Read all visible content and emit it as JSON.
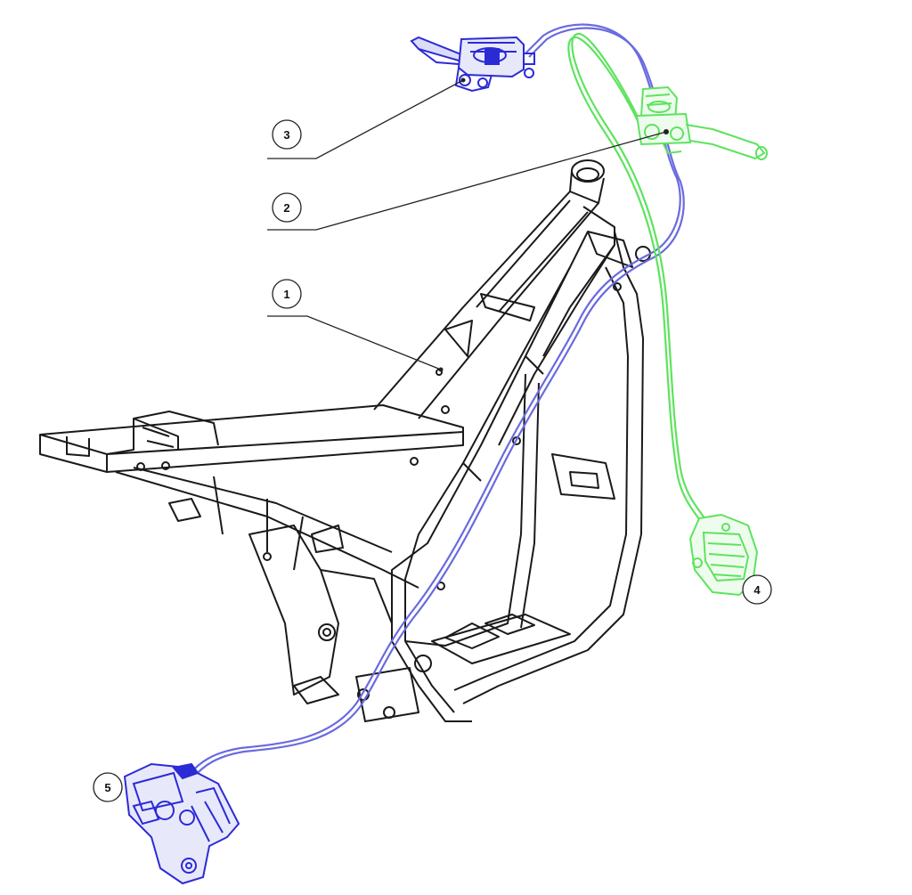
{
  "callouts": {
    "frame": "1",
    "rear_master_cylinder": "2",
    "front_master_cylinder": "3",
    "rear_caliper": "4",
    "front_caliper": "5"
  },
  "colors": {
    "frame_line": "#1a1a1a",
    "front_brake_blue": "#2b2bd6",
    "front_hose_blue": "#6a6adf",
    "rear_brake_green": "#5ee35e",
    "leader_line": "#222222"
  }
}
